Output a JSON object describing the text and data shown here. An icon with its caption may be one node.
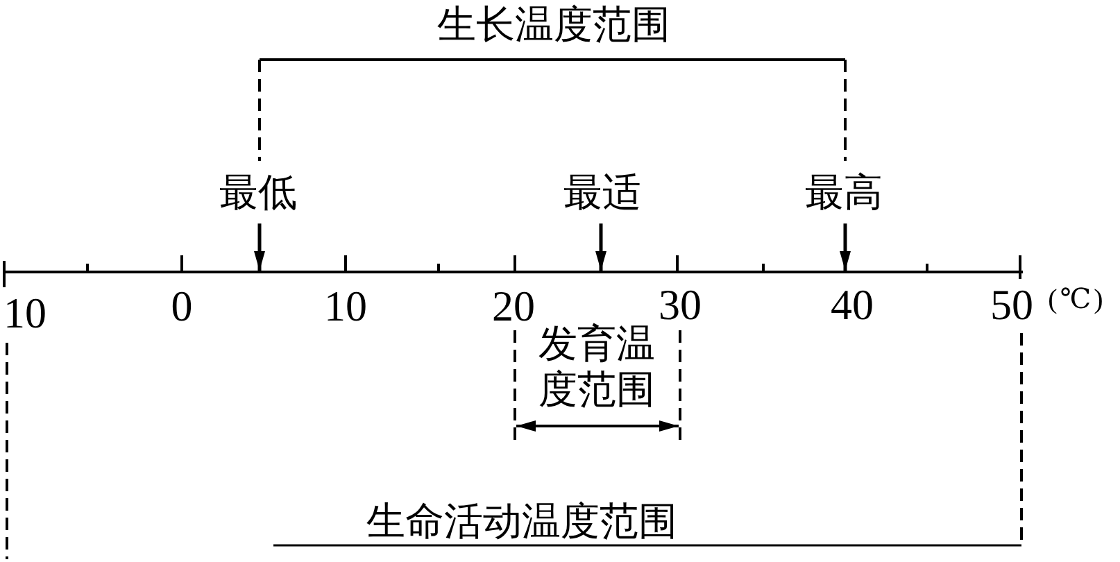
{
  "diagram": {
    "nodes": [
      {
        "text": [
          "最低"
        ]
      },
      {
        "text": [
          "最适"
        ]
      },
      {
        "text": [
          "最高"
        ]
      },
      {
        "text": [],
        "shape": "line"
      }
    ],
    "edges": [
      {
        "from": 0,
        "to": 3,
        "arrow": "to"
      },
      {
        "from": 1,
        "to": 3,
        "arrow": "to"
      },
      {
        "from": 2,
        "to": 3,
        "arrow": "to"
      }
    ],
    "labels": [
      "生长温度范围",
      "10",
      "0",
      "10",
      "20",
      "30",
      "40",
      "50",
      "(℃)",
      "发育温度范围",
      "生命活动温度范围"
    ]
  }
}
